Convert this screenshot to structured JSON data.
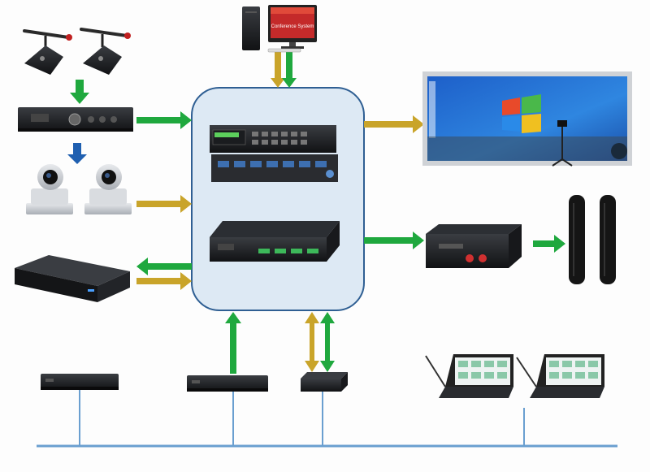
{
  "diagram": {
    "colors": {
      "background": "#fdfdfd",
      "hub_fill": "#dde9f4",
      "hub_border": "#2f5f93",
      "green_arrow": "#1fa83e",
      "yellow_arrow": "#c9a42a",
      "blue_arrow": "#1f5fb0",
      "bus_line": "#6a9fd0",
      "device_dark": "#1e2024",
      "device_silver": "#c9ccd1",
      "windows_blue": "#2a6fd0",
      "speaker": "#151515"
    },
    "computer_screen_text": "Conference System",
    "devices": [
      "conference-microphone-1",
      "conference-microphone-2",
      "conference-host-controller",
      "ptz-camera-1",
      "ptz-camera-2",
      "video-conference-terminal",
      "desktop-computer",
      "matrix-switcher",
      "audio-processor",
      "projection-screen",
      "power-amplifier",
      "column-speaker-left",
      "column-speaker-right",
      "rack-unit-1",
      "rack-unit-2",
      "small-control-box",
      "touch-panel-microphone-1",
      "touch-panel-microphone-2"
    ],
    "icons": [
      "windows-logo-icon"
    ]
  }
}
